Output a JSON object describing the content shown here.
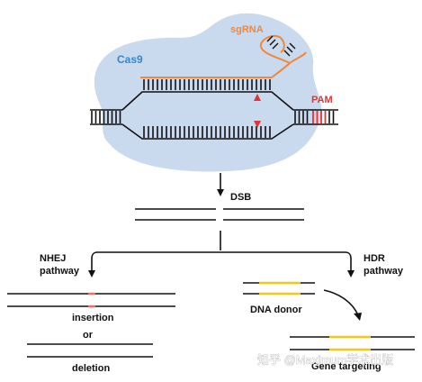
{
  "labels": {
    "sgrna": "sgRNA",
    "cas9": "Cas9",
    "pam": "PAM",
    "dsb": "DSB",
    "nhej_line1": "NHEJ",
    "nhej_line2": "pathway",
    "hdr_line1": "HDR",
    "hdr_line2": "pathway",
    "insertion": "insertion",
    "or": "or",
    "deletion": "deletion",
    "dna_donor": "DNA donor",
    "gene_targeting": "Gene targeting"
  },
  "watermark": "知乎 @Maximum学术出版",
  "colors": {
    "cas9_blob": "#c9d9ee",
    "sgrna": "#f0883a",
    "pam": "#e53333",
    "cas9_label": "#3a86c8",
    "dna": "#111111",
    "insertion_mark": "#f26b5b",
    "donor": "#f5c518"
  }
}
